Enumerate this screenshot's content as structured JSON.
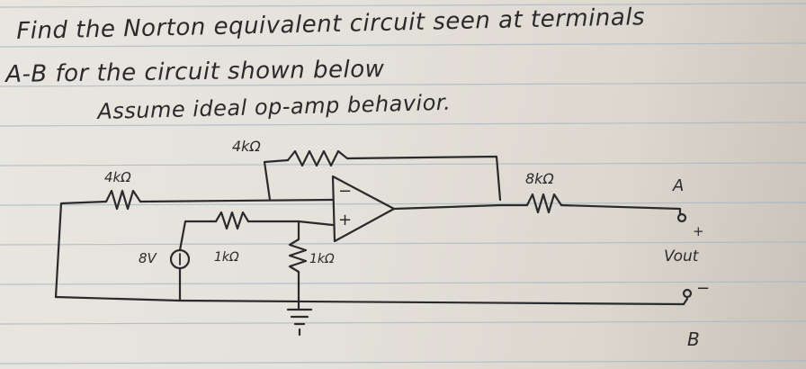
{
  "problem": {
    "line1": "Find the Norton equivalent circuit seen at terminals",
    "line2": "A-B for the circuit shown below",
    "line3": "Assume ideal op-amp behavior."
  },
  "labels": {
    "feedback_resistor": "4kΩ",
    "input_resistor": "4kΩ",
    "output_resistor": "8kΩ",
    "series_resistor": "1kΩ",
    "shunt_resistor": "1kΩ",
    "source_voltage": "8V",
    "terminal_a": "A",
    "terminal_b": "B",
    "plus_sign": "+",
    "minus_sign": "−",
    "vout": "Vout",
    "opamp_minus": "−",
    "opamp_plus": "+"
  },
  "colors": {
    "ink": "#2a2a2c",
    "rule_lines": "#a9b7c6",
    "margin_line": "#c98a8a"
  }
}
